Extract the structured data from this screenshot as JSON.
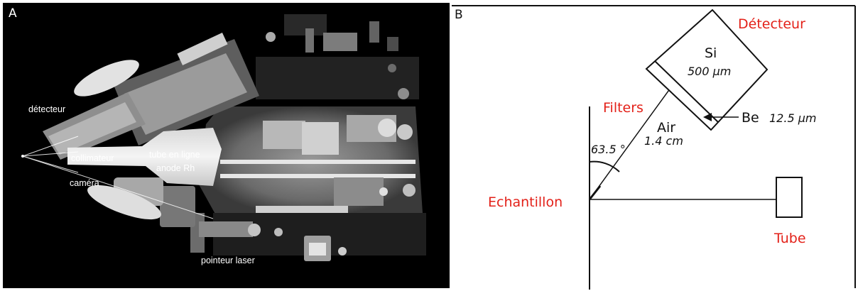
{
  "panel_a": {
    "letter": "A",
    "labels": {
      "detecteur": "détecteur",
      "collimateur": "collimateur",
      "tube_line1": "tube en ligne",
      "tube_line2": "anode Rh",
      "camera": "caméra",
      "pointeur": "pointeur laser"
    }
  },
  "panel_b": {
    "letter": "B",
    "detecteur": "Détecteur",
    "si": "Si",
    "si_thickness": "500 μm",
    "filters": "Filters",
    "be": "Be",
    "be_thickness": "12.5 μm",
    "air": "Air",
    "air_distance": "1.4 cm",
    "angle": "63.5 °",
    "echantillon": "Echantillon",
    "tube": "Tube"
  },
  "colors": {
    "annotation_red": "#e32119",
    "xray_background": "#000000"
  }
}
